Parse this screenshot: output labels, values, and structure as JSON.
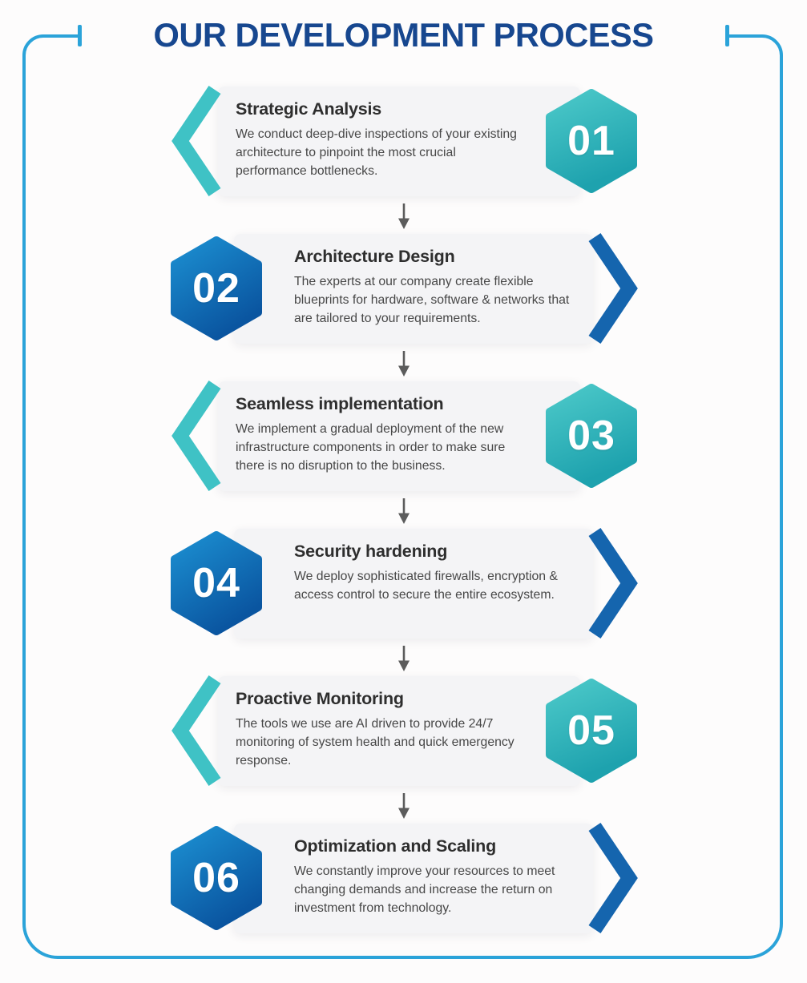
{
  "title": "OUR DEVELOPMENT PROCESS",
  "colors": {
    "frame": "#2BA3D9",
    "title": "#17478F",
    "teal": "#3FC2C5",
    "teal_grad_start": "#4CC9C9",
    "teal_grad_end": "#1EA2AE",
    "blue": "#1565AE",
    "blue_grad_start": "#1C90D2",
    "blue_grad_end": "#0A55A0",
    "card_bg": "#F4F4F6",
    "heading_text": "#2E2E2E",
    "body_text": "#474747",
    "arrow": "#5C5C5C"
  },
  "steps": [
    {
      "number": "01",
      "theme": "teal",
      "hex_side": "right",
      "title": "Strategic Analysis",
      "description": "We conduct deep-dive inspections of your existing architecture to pinpoint the most crucial performance bottlenecks."
    },
    {
      "number": "02",
      "theme": "blue",
      "hex_side": "left",
      "title": "Architecture Design",
      "description": "The experts at our company create flexible blueprints for hardware, software & networks that are tailored to your requirements."
    },
    {
      "number": "03",
      "theme": "teal",
      "hex_side": "right",
      "title": "Seamless implementation",
      "description": "We implement a gradual deployment of the new infrastructure components in order to make sure there is no disruption to the business."
    },
    {
      "number": "04",
      "theme": "blue",
      "hex_side": "left",
      "title": "Security hardening",
      "description": "We deploy sophisticated firewalls, encryption & access control to secure the entire ecosystem."
    },
    {
      "number": "05",
      "theme": "teal",
      "hex_side": "right",
      "title": "Proactive Monitoring",
      "description": "The tools we use are AI driven to provide 24/7 monitoring of system health and quick emergency response."
    },
    {
      "number": "06",
      "theme": "blue",
      "hex_side": "left",
      "title": "Optimization and Scaling",
      "description": "We constantly improve your resources to meet changing demands and increase the return on investment from technology."
    }
  ]
}
